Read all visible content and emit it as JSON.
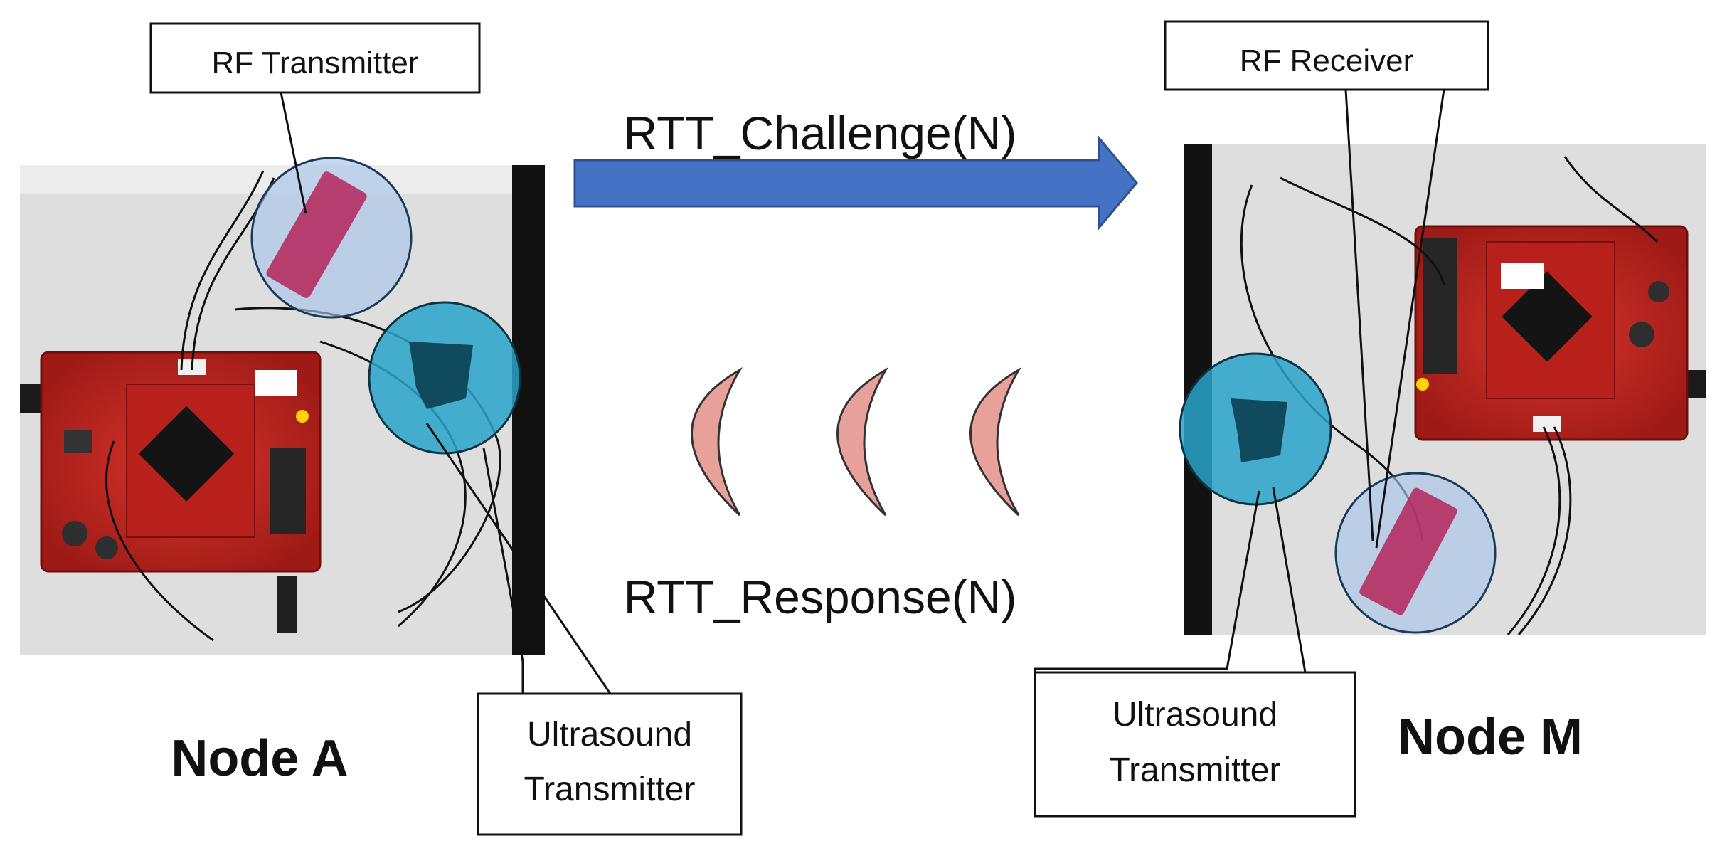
{
  "labels": {
    "rf_transmitter": "RF Transmitter",
    "rf_receiver": "RF Receiver",
    "challenge": "RTT_Challenge(N)",
    "response": "RTT_Response(N)",
    "ultrasound_tx_a_line1": "Ultrasound",
    "ultrasound_tx_a_line2": "Transmitter",
    "ultrasound_tx_m_line1": "Ultrasound",
    "ultrasound_tx_m_line2": "Transmitter",
    "node_a": "Node A",
    "node_m": "Node M"
  },
  "colors": {
    "arrow": "#4472c4",
    "arrow_stroke": "#2f528f",
    "wave": "#e8a09a",
    "wave_stroke": "#333333",
    "ultrasound_highlight": "#29a3c9",
    "rf_highlight": "#a9c4e8",
    "board": "#c8231f",
    "photo_bg": "#e2e2e2"
  },
  "icons": {
    "challenge_arrow": "right-arrow",
    "response_waves": "crescent-wave"
  }
}
